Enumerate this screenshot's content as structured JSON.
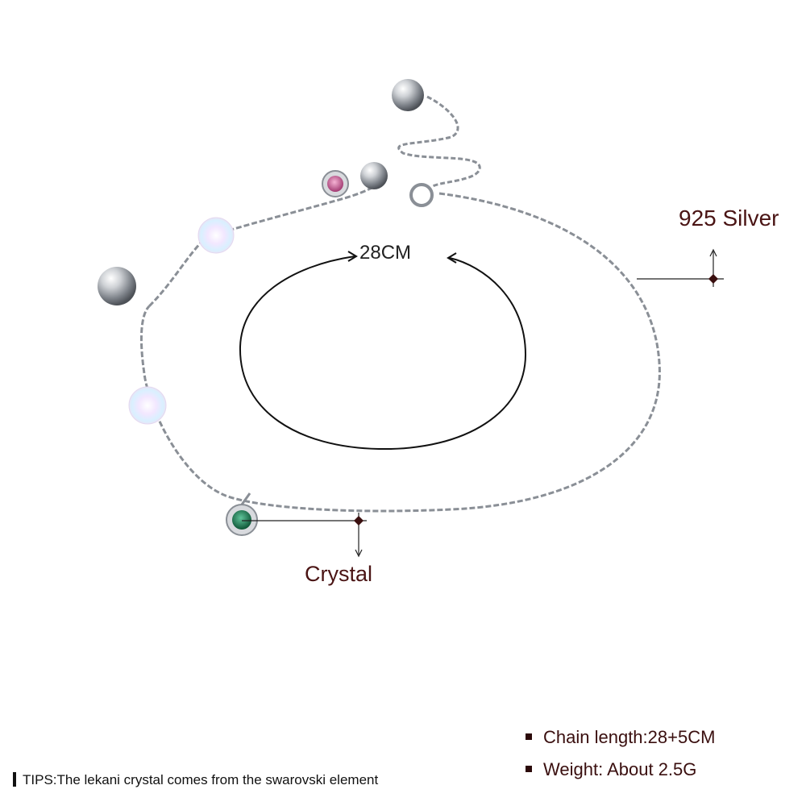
{
  "labels": {
    "material": "925 Silver",
    "stone": "Crystal",
    "size": "28CM"
  },
  "specs": [
    "Chain length:28+5CM",
    "Weight: About 2.5G"
  ],
  "tips": "TIPS:The lekani crystal comes from the swarovski element",
  "colors": {
    "label_text": "#4a1414",
    "chain": "#8a8f96",
    "pink_stone": "#c2598c",
    "green_stone": "#1f7a4f"
  }
}
